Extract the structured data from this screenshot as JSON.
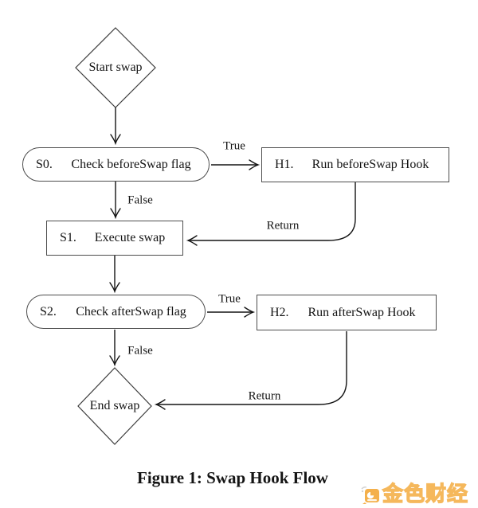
{
  "figure": {
    "caption": "Figure 1: Swap Hook Flow"
  },
  "nodes": {
    "start": {
      "type": "diamond",
      "label": "Start swap"
    },
    "s0": {
      "type": "stadium",
      "id": "S0.",
      "label": "Check beforeSwap flag"
    },
    "h1": {
      "type": "rect",
      "id": "H1.",
      "label": "Run beforeSwap Hook"
    },
    "s1": {
      "type": "rect",
      "id": "S1.",
      "label": "Execute swap"
    },
    "s2": {
      "type": "stadium",
      "id": "S2.",
      "label": "Check afterSwap flag"
    },
    "h2": {
      "type": "rect",
      "id": "H2.",
      "label": "Run afterSwap Hook"
    },
    "end": {
      "type": "diamond",
      "label": "End swap"
    }
  },
  "edges": {
    "start_to_s0": {
      "from": "start",
      "to": "s0",
      "label": ""
    },
    "s0_to_h1": {
      "from": "s0",
      "to": "h1",
      "label": "True"
    },
    "s0_to_s1": {
      "from": "s0",
      "to": "s1",
      "label": "False"
    },
    "h1_to_s1": {
      "from": "h1",
      "to": "s1",
      "label": "Return"
    },
    "s1_to_s2": {
      "from": "s1",
      "to": "s2",
      "label": ""
    },
    "s2_to_h2": {
      "from": "s2",
      "to": "h2",
      "label": "True"
    },
    "s2_to_end": {
      "from": "s2",
      "to": "end",
      "label": "False"
    },
    "h2_to_end": {
      "from": "h2",
      "to": "end",
      "label": "Return"
    }
  },
  "watermark": {
    "text": "金色财经",
    "icon": "jinse-logo-icon"
  },
  "colors": {
    "line": "#141414",
    "node_border": "#4d4d4d",
    "background": "#ffffff",
    "watermark_orange": "#f3a32c"
  }
}
